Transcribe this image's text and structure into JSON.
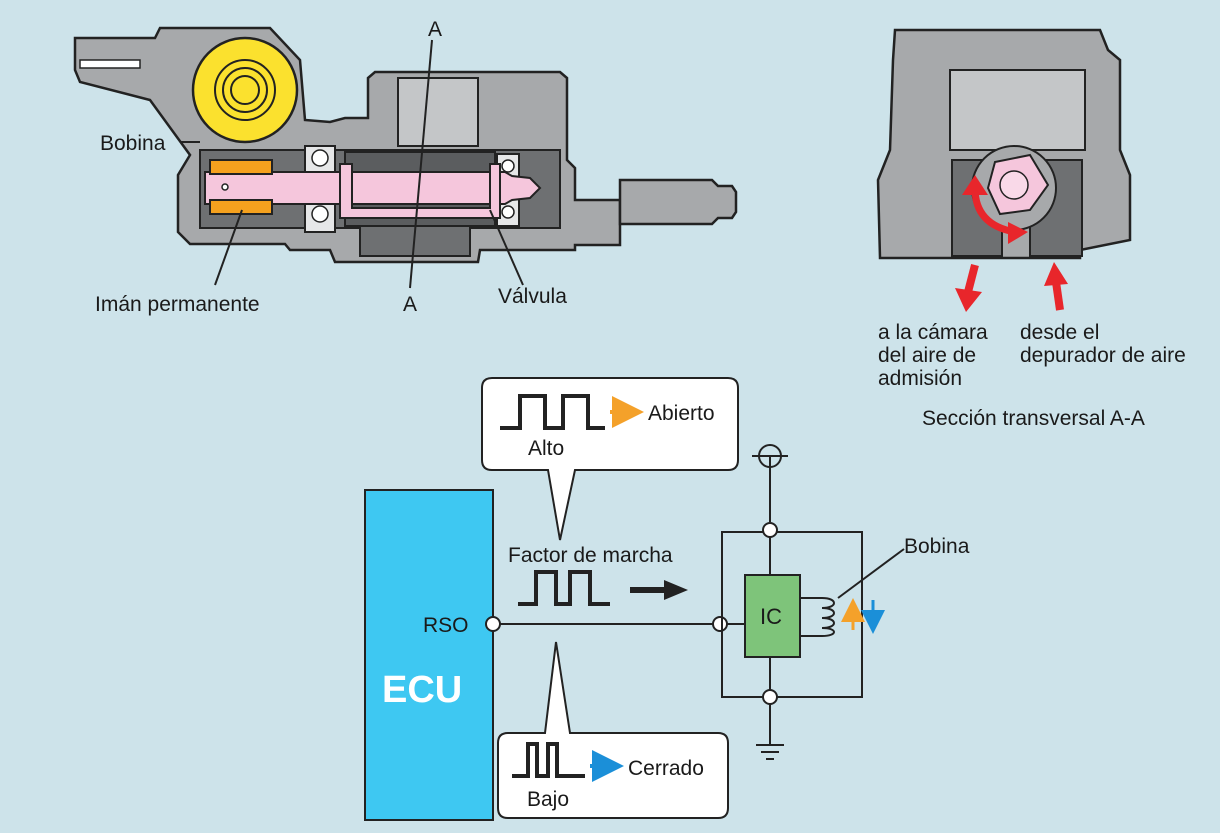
{
  "valve": {
    "coil_label": "Bobina",
    "magnet_label": "Imán permanente",
    "valve_label": "Válvula",
    "section_top": "A",
    "section_bottom": "A"
  },
  "cross_section": {
    "left_lines": [
      "a la cámara",
      "del aire de",
      "admisión"
    ],
    "right_lines": [
      "desde el",
      "depurador de aire"
    ],
    "caption": "Sección transversal A-A"
  },
  "circuit": {
    "ecu_label": "ECU",
    "rso_label": "RSO",
    "ic_label": "IC",
    "coil_label": "Bobina",
    "duty_label": "Factor de marcha",
    "high_bubble": {
      "level": "Alto",
      "state": "Abierto"
    },
    "low_bubble": {
      "level": "Bajo",
      "state": "Cerrado"
    }
  },
  "colors": {
    "background": "#cde3ea",
    "ecu": "#3ec8f2",
    "ic": "#7ec47a",
    "coil_yellow": "#fbe12e",
    "magnet_orange": "#f5a11e",
    "shaft_pink": "#f5c6dc",
    "arrow_red": "#e8262b",
    "open_arrow": "#f4a12a",
    "close_arrow": "#1b8fd8"
  }
}
